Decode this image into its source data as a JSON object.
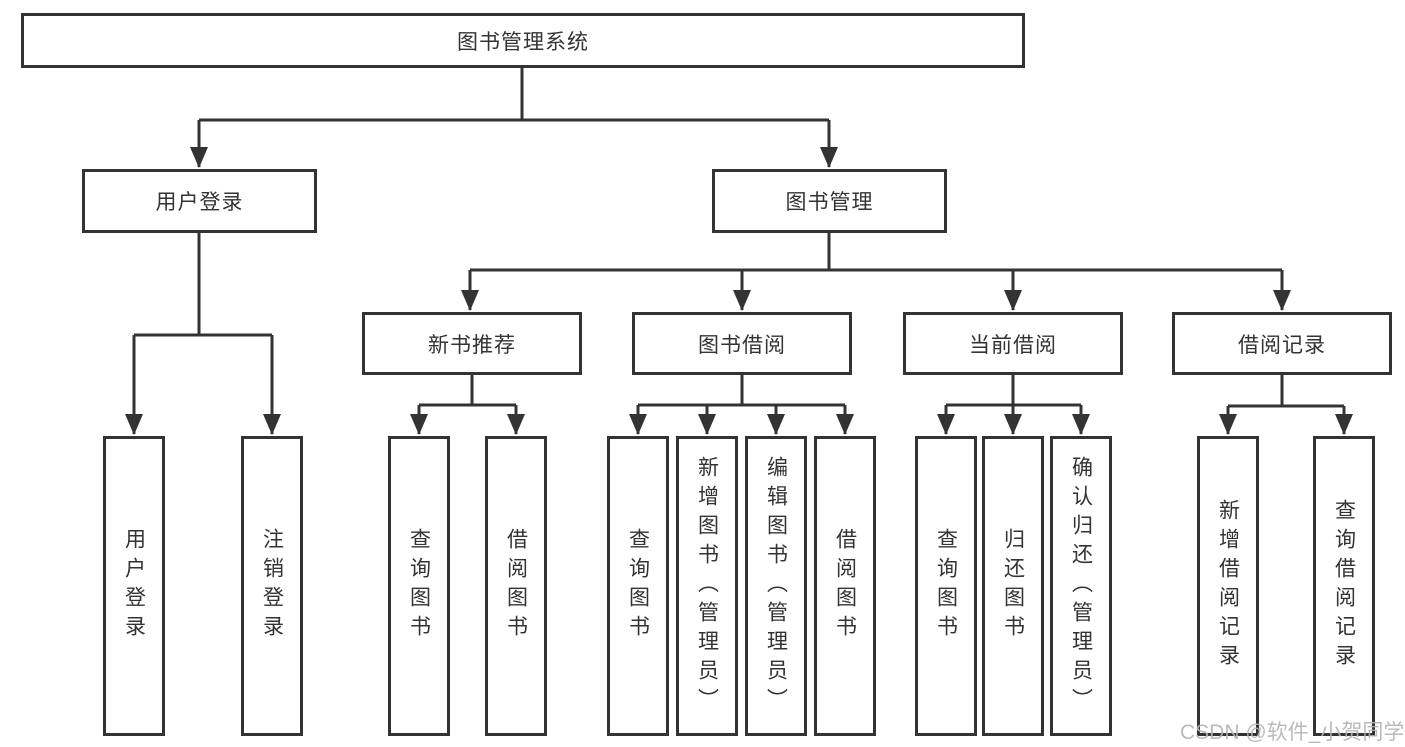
{
  "tree": {
    "label": "图书管理系统",
    "children": [
      {
        "label": "用户登录",
        "children": [
          {
            "label": "用户登录"
          },
          {
            "label": "注销登录"
          }
        ]
      },
      {
        "label": "图书管理",
        "children": [
          {
            "label": "新书推荐",
            "children": [
              {
                "label": "查询图书"
              },
              {
                "label": "借阅图书"
              }
            ]
          },
          {
            "label": "图书借阅",
            "children": [
              {
                "label": "查询图书"
              },
              {
                "label": "新增图书（管理员）"
              },
              {
                "label": "编辑图书（管理员）"
              },
              {
                "label": "借阅图书"
              }
            ]
          },
          {
            "label": "当前借阅",
            "children": [
              {
                "label": "查询图书"
              },
              {
                "label": "归还图书"
              },
              {
                "label": "确认归还（管理员）"
              }
            ]
          },
          {
            "label": "借阅记录",
            "children": [
              {
                "label": "新增借阅记录"
              },
              {
                "label": "查询借阅记录"
              }
            ]
          }
        ]
      }
    ]
  },
  "watermark": "CSDN @软件_小贺同学",
  "colors": {
    "line": "#333333",
    "box_border": "#333333",
    "box_fill": "#ffffff",
    "text": "#333333",
    "watermark_text": "#b3b3b3"
  }
}
